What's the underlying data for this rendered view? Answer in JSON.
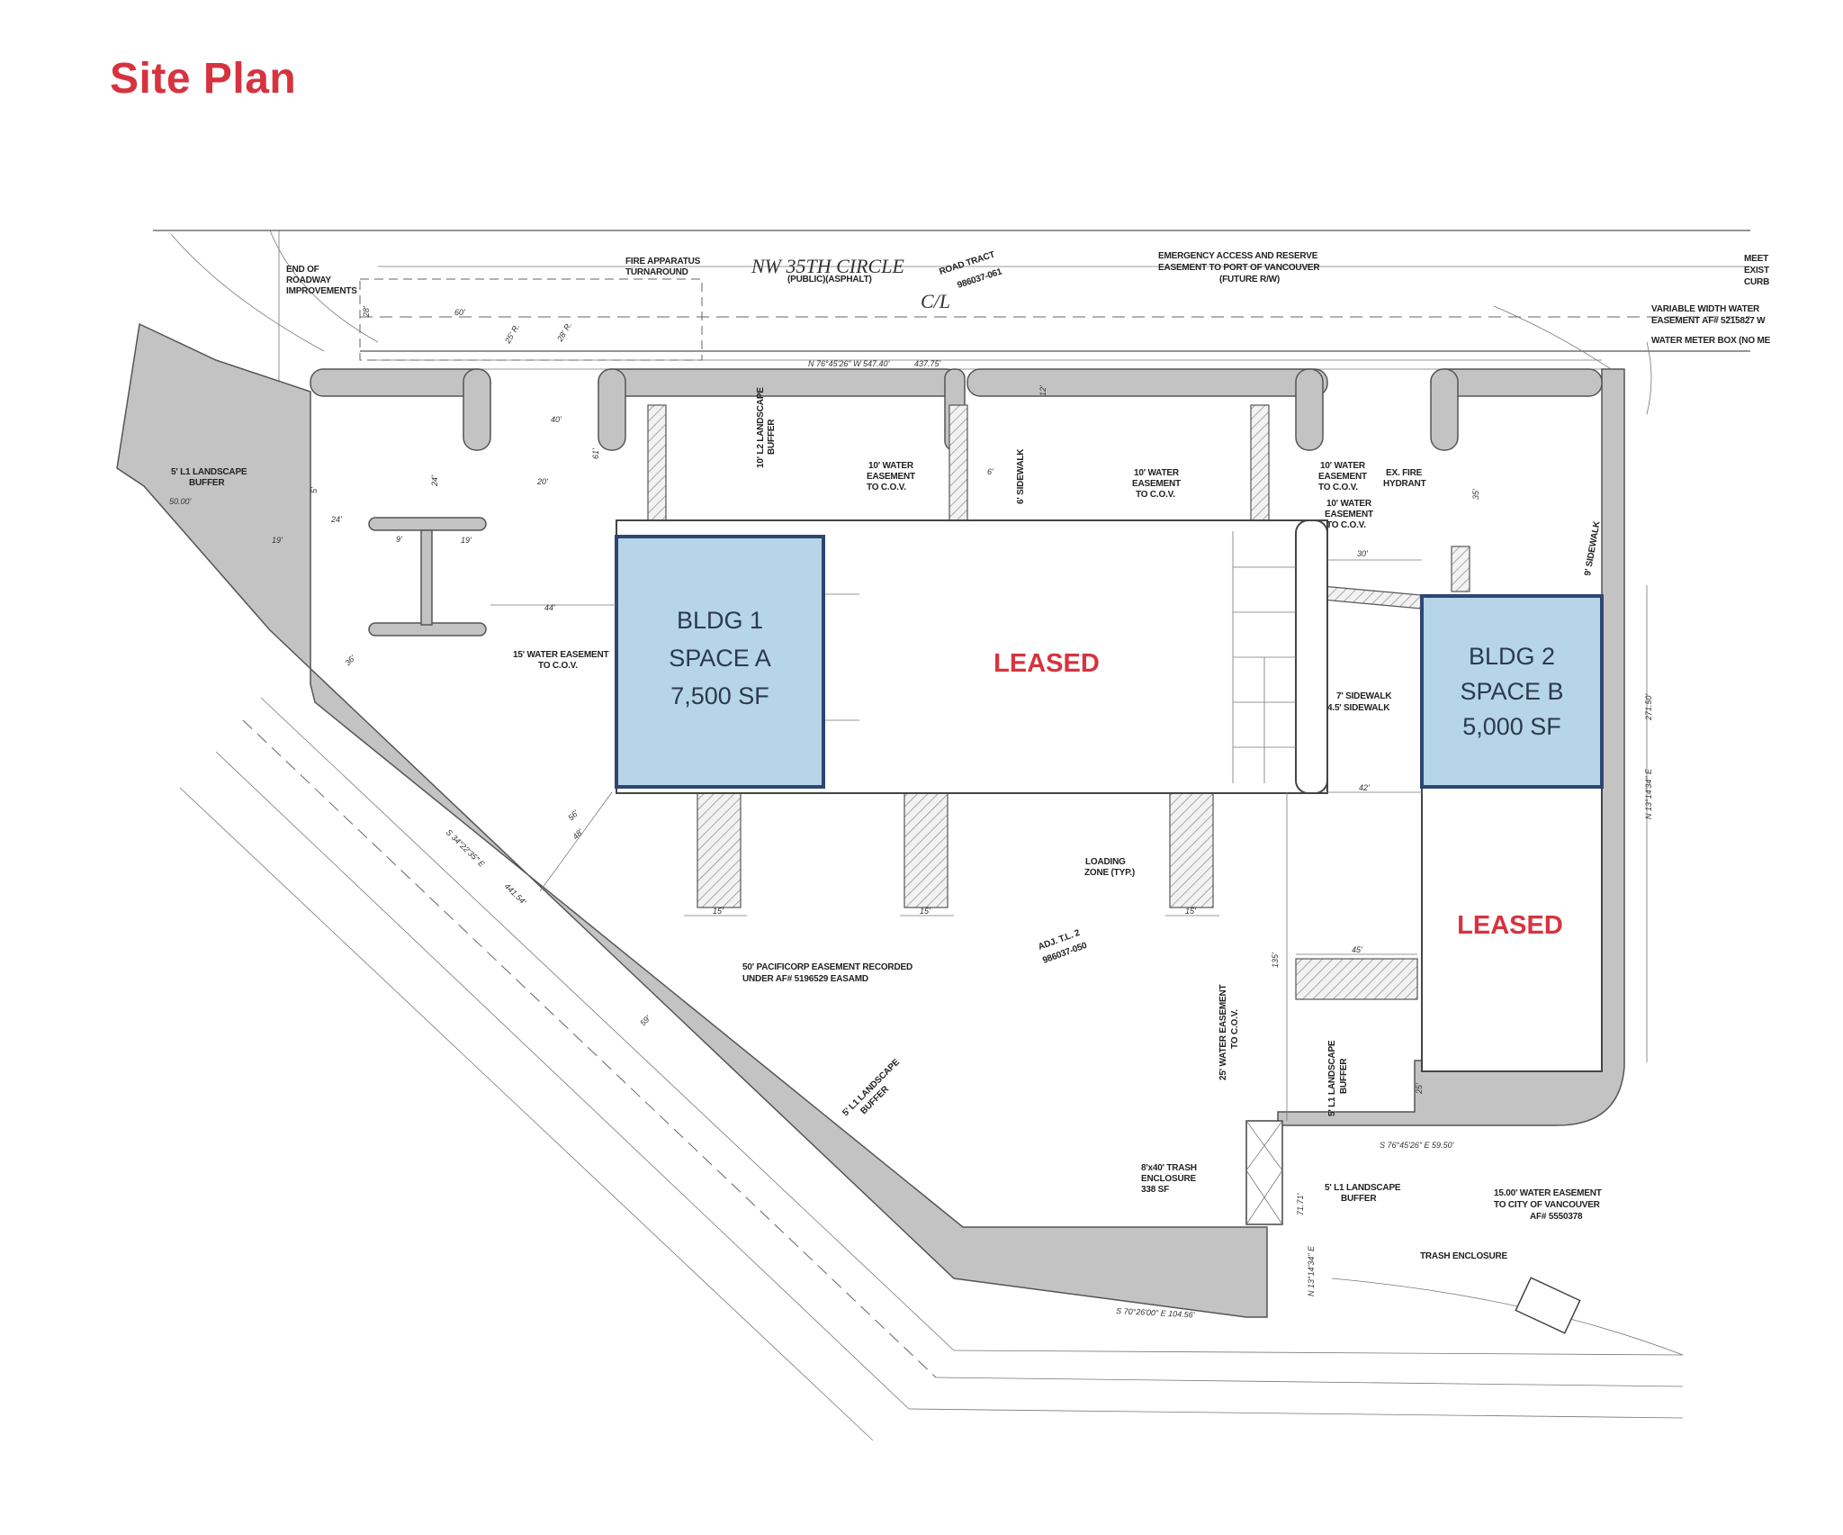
{
  "title": "Site Plan",
  "colors": {
    "title_red": "#d6333f",
    "space_fill": "#b6d5e6",
    "space_border": "#2e4672",
    "landscape_gray": "#c3c3c3"
  },
  "street": {
    "name": "NW 35TH CIRCLE",
    "surface": "(PUBLIC)(ASPHALT)",
    "tract_line1": "ROAD TRACT",
    "tract_line2": "986037-061",
    "centerline": "C/L"
  },
  "spaces": [
    {
      "line1": "BLDG 1",
      "line2": "SPACE A",
      "line3": "7,500 SF"
    },
    {
      "line1": "BLDG 2",
      "line2": "SPACE B",
      "line3": "5,000 SF"
    }
  ],
  "leased": [
    "LEASED",
    "LEASED"
  ],
  "notes": {
    "end_of_roadway": [
      "END OF",
      "ROADWAY",
      "IMPROVEMENTS"
    ],
    "fire_turnaround": [
      "FIRE APPARATUS",
      "TURNAROUND"
    ],
    "emergency_access": [
      "EMERGENCY ACCESS AND RESERVE",
      "EASEMENT TO PORT OF VANCOUVER",
      "(FUTURE R/W)"
    ],
    "edge_top": [
      "MEET",
      "EXIST",
      "CURB"
    ],
    "variable_water": [
      "VARIABLE WIDTH WATER",
      "EASEMENT AF# 5215827 W"
    ],
    "water_meter": "WATER METER BOX (NO ME",
    "landscape_buffer_left": [
      "5' L1 LANDSCAPE",
      "BUFFER"
    ],
    "landscape_buffer_left_dim": "50.00'",
    "l2_buffer": [
      "10' L2 LANDSCAPE",
      "BUFFER"
    ],
    "water_easement_a": [
      "10' WATER",
      "EASEMENT",
      "TO C.O.V."
    ],
    "water_easement_b": [
      "10' WATER",
      "EASEMENT",
      "TO C.O.V."
    ],
    "water_easement_c": [
      "10' WATER",
      "EASEMENT",
      "TO C.O.V."
    ],
    "water_easement_d": [
      "10' WATER",
      "EASEMENT",
      "TO C.O.V."
    ],
    "sidewalk_top": "6' SIDEWALK",
    "fire_hydrant": [
      "EX. FIRE",
      "HYDRANT"
    ],
    "water_easement_15": [
      "15' WATER EASEMENT",
      "TO C.O.V."
    ],
    "sidewalk_7": "7' SIDEWALK",
    "sidewalk_45": "4.5' SIDEWALK",
    "sidewalk_9": "9' SIDEWALK",
    "loading_zone": [
      "LOADING",
      "ZONE (TYP.)"
    ],
    "adj_tl": [
      "ADJ. T.L. 2",
      "986037-050"
    ],
    "pacificorp": [
      "50' PACIFICORP EASEMENT RECORDED",
      "UNDER AF# 5196529 EASAMD"
    ],
    "landscape_diag": [
      "5' L1 LANDSCAPE",
      "BUFFER"
    ],
    "water_easement_25": [
      "25' WATER EASEMENT",
      "TO C.O.V."
    ],
    "landscape_vert": [
      "5' L1 LANDSCAPE",
      "BUFFER"
    ],
    "trash_enclosure_plan": [
      "8'x40' TRASH",
      "ENCLOSURE",
      "338 SF"
    ],
    "landscape_bottom": [
      "5' L1 LANDSCAPE",
      "BUFFER"
    ],
    "water_easement_city": [
      "15.00' WATER EASEMENT",
      "TO CITY OF VANCOUVER",
      "AF# 5550378"
    ],
    "trash_enclosure": "TRASH ENCLOSURE"
  },
  "bearings": {
    "top": "N 76°45'26\" W 547.40'",
    "top_dim": "437.75'",
    "diagonal": "S 34°22'35\" E",
    "diagonal_len": "441.54'",
    "bottom": "S 70°26'00\" E 104.56'",
    "right_vert": "N 13°14'34\" E",
    "right_vert_len": "271.50'",
    "lower_vert": "N 13°14'34\" E",
    "lower_vert_len": "71.71'",
    "lower_horiz": "S 76°45'26\" E 59.50'"
  },
  "dimensions": {
    "d60": "60'",
    "d28": "28'",
    "d25r": "25' R.",
    "d28r": "28' R.",
    "d20": "20'",
    "d40": "40'",
    "d24a": "24'",
    "d24b": "24'",
    "d19a": "19'",
    "d19b": "19'",
    "d9": "9'",
    "d5": "5'",
    "d44": "44'",
    "d36": "36'",
    "d56": "56'",
    "d48": "48'",
    "d30": "30'",
    "d42": "42'",
    "d45": "45'",
    "d15a": "15'",
    "d15b": "15'",
    "d15c": "15'",
    "d135": "135'",
    "d59": "59'",
    "d12": "12'",
    "d6": "6'",
    "d35": "35'",
    "d61": "61'",
    "d25b": "25'"
  }
}
